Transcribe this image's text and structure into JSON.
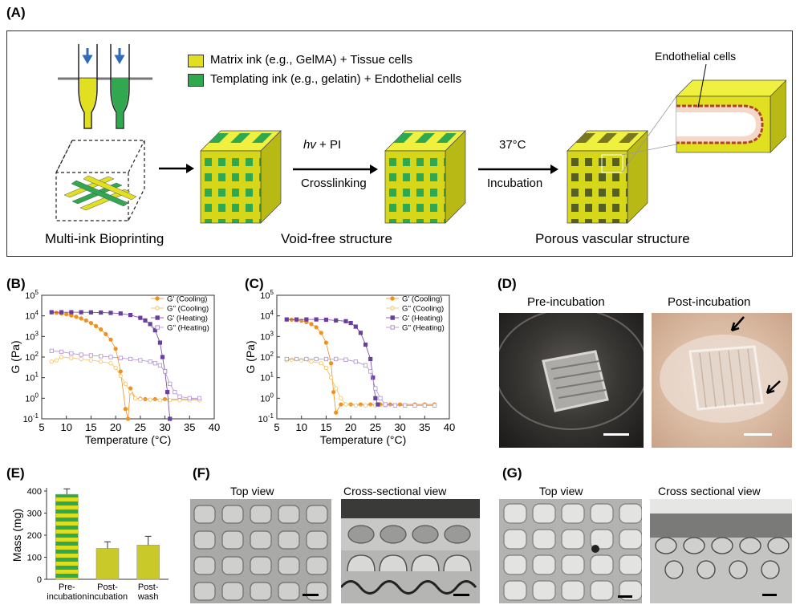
{
  "panels": {
    "A": "(A)",
    "B": "(B)",
    "C": "(C)",
    "D": "(D)",
    "E": "(E)",
    "F": "(F)",
    "G": "(G)"
  },
  "panelA": {
    "legend": [
      {
        "label": "Matrix ink (e.g., GelMA) + Tissue cells",
        "color": "#dede1e"
      },
      {
        "label": "Templating ink (e.g., gelatin) + Endothelial cells",
        "color": "#2fa84f"
      }
    ],
    "endothelial_label": "Endothelial cells",
    "step1_top_italic": "hv",
    "step1_top_rest": " + PI",
    "step1_bottom": "Crosslinking",
    "step2_top": "37°C",
    "step2_bottom": "Incubation",
    "caption1": "Multi-ink Bioprinting",
    "caption2": "Void-free structure",
    "caption3": "Porous vascular structure"
  },
  "panelD": {
    "pre": "Pre-incubation",
    "post": "Post-incubation"
  },
  "panelF": {
    "top": "Top view",
    "cross": "Cross-sectional view"
  },
  "panelG": {
    "top": "Top view",
    "cross": "Cross sectional view"
  },
  "chart_data": [
    {
      "id": "B",
      "type": "scatter",
      "xlabel": "Temperature (°C)",
      "ylabel": "G (Pa)",
      "xlim": [
        5,
        40
      ],
      "ylim_log10": [
        -1,
        5
      ],
      "xticks": [
        "5",
        "10",
        "15",
        "20",
        "25",
        "30",
        "35",
        "40"
      ],
      "yticks": [
        "10-1",
        "100",
        "101",
        "102",
        "103",
        "104",
        "105"
      ],
      "legend_position": "top-right",
      "series": [
        {
          "name": "G' (Cooling)",
          "color": "#f0901e",
          "marker": "filled-circle",
          "points": [
            [
              37,
              0.9
            ],
            [
              35,
              0.9
            ],
            [
              33,
              0.9
            ],
            [
              30,
              0.9
            ],
            [
              28,
              0.9
            ],
            [
              26,
              0.9
            ],
            [
              25,
              0.95
            ],
            [
              24,
              1
            ],
            [
              23,
              3
            ],
            [
              22.5,
              0.1
            ],
            [
              22,
              0.3
            ],
            [
              21,
              20
            ],
            [
              20,
              250
            ],
            [
              19,
              700
            ],
            [
              18,
              1300
            ],
            [
              17,
              2200
            ],
            [
              16,
              3200
            ],
            [
              15,
              4500
            ],
            [
              14,
              6000
            ],
            [
              13,
              7500
            ],
            [
              12,
              9000
            ],
            [
              11,
              10500
            ],
            [
              10,
              12000
            ],
            [
              9,
              13000
            ],
            [
              8,
              14000
            ],
            [
              7,
              15000
            ]
          ]
        },
        {
          "name": "G'' (Cooling)",
          "color": "#f0c060",
          "marker": "open-circle",
          "points": [
            [
              37,
              0.8
            ],
            [
              35,
              0.8
            ],
            [
              33,
              0.8
            ],
            [
              31,
              0.8
            ],
            [
              29,
              0.8
            ],
            [
              27,
              0.85
            ],
            [
              25,
              0.9
            ],
            [
              24,
              1
            ],
            [
              23,
              2
            ],
            [
              22,
              5
            ],
            [
              21,
              12
            ],
            [
              20,
              30
            ],
            [
              19,
              50
            ],
            [
              17,
              60
            ],
            [
              15,
              70
            ],
            [
              13,
              80
            ],
            [
              11,
              90
            ],
            [
              9,
              100
            ],
            [
              8,
              70
            ],
            [
              7,
              60
            ]
          ]
        },
        {
          "name": "G' (Heating)",
          "color": "#6a3fa0",
          "marker": "filled-square",
          "points": [
            [
              7,
              15000
            ],
            [
              9,
              15000
            ],
            [
              11,
              15000
            ],
            [
              13,
              15000
            ],
            [
              15,
              14800
            ],
            [
              17,
              14500
            ],
            [
              19,
              14000
            ],
            [
              21,
              13000
            ],
            [
              23,
              11000
            ],
            [
              25,
              8000
            ],
            [
              26,
              6000
            ],
            [
              27,
              4000
            ],
            [
              28,
              2000
            ],
            [
              29,
              500
            ],
            [
              29.5,
              100
            ],
            [
              30,
              20
            ],
            [
              30.5,
              2
            ],
            [
              31,
              0.1
            ]
          ]
        },
        {
          "name": "G'' (Heating)",
          "color": "#b090d0",
          "marker": "open-square",
          "points": [
            [
              7,
              200
            ],
            [
              9,
              180
            ],
            [
              11,
              150
            ],
            [
              13,
              130
            ],
            [
              15,
              120
            ],
            [
              17,
              110
            ],
            [
              19,
              100
            ],
            [
              21,
              90
            ],
            [
              23,
              80
            ],
            [
              25,
              70
            ],
            [
              27,
              60
            ],
            [
              28,
              50
            ],
            [
              29,
              40
            ],
            [
              30,
              20
            ],
            [
              31,
              5
            ],
            [
              32,
              2
            ],
            [
              33,
              1.2
            ],
            [
              35,
              1
            ],
            [
              37,
              1
            ]
          ]
        }
      ]
    },
    {
      "id": "C",
      "type": "scatter",
      "xlabel": "Temperature (°C)",
      "ylabel": "G (Pa)",
      "xlim": [
        5,
        40
      ],
      "ylim_log10": [
        -1,
        5
      ],
      "xticks": [
        "5",
        "10",
        "15",
        "20",
        "25",
        "30",
        "35",
        "40"
      ],
      "yticks": [
        "10-1",
        "100",
        "101",
        "102",
        "103",
        "104",
        "105"
      ],
      "legend_position": "top-right",
      "series": [
        {
          "name": "G' (Cooling)",
          "color": "#f0901e",
          "marker": "filled-circle",
          "points": [
            [
              37,
              0.5
            ],
            [
              35,
              0.5
            ],
            [
              33,
              0.5
            ],
            [
              30,
              0.5
            ],
            [
              28,
              0.5
            ],
            [
              26,
              0.5
            ],
            [
              24,
              0.5
            ],
            [
              22,
              0.5
            ],
            [
              20,
              0.5
            ],
            [
              18,
              0.5
            ],
            [
              17,
              0.2
            ],
            [
              16.5,
              2
            ],
            [
              16,
              50
            ],
            [
              15,
              500
            ],
            [
              14,
              1500
            ],
            [
              13,
              2800
            ],
            [
              12,
              4000
            ],
            [
              11,
              5000
            ],
            [
              10,
              5800
            ],
            [
              9,
              6200
            ],
            [
              8,
              6500
            ],
            [
              7,
              6700
            ]
          ]
        },
        {
          "name": "G'' (Cooling)",
          "color": "#f0c060",
          "marker": "open-circle",
          "points": [
            [
              37,
              0.45
            ],
            [
              35,
              0.45
            ],
            [
              33,
              0.45
            ],
            [
              31,
              0.45
            ],
            [
              29,
              0.45
            ],
            [
              27,
              0.45
            ],
            [
              25,
              0.45
            ],
            [
              23,
              0.45
            ],
            [
              21,
              0.45
            ],
            [
              19,
              0.5
            ],
            [
              18,
              1
            ],
            [
              17,
              3
            ],
            [
              16,
              10
            ],
            [
              15,
              30
            ],
            [
              14,
              50
            ],
            [
              12,
              60
            ],
            [
              10,
              70
            ],
            [
              8,
              75
            ],
            [
              7,
              70
            ]
          ]
        },
        {
          "name": "G' (Heating)",
          "color": "#6a3fa0",
          "marker": "filled-square",
          "points": [
            [
              7,
              6700
            ],
            [
              9,
              6700
            ],
            [
              11,
              6700
            ],
            [
              13,
              6700
            ],
            [
              15,
              6500
            ],
            [
              17,
              6000
            ],
            [
              19,
              5500
            ],
            [
              20,
              4500
            ],
            [
              21,
              3000
            ],
            [
              22,
              1500
            ],
            [
              23,
              400
            ],
            [
              24,
              80
            ],
            [
              24.5,
              10
            ],
            [
              25,
              1
            ],
            [
              25.5,
              0.5
            ]
          ]
        },
        {
          "name": "G'' (Heating)",
          "color": "#b090d0",
          "marker": "open-square",
          "points": [
            [
              7,
              80
            ],
            [
              9,
              80
            ],
            [
              11,
              80
            ],
            [
              13,
              80
            ],
            [
              15,
              80
            ],
            [
              17,
              80
            ],
            [
              19,
              75
            ],
            [
              21,
              60
            ],
            [
              23,
              40
            ],
            [
              24,
              20
            ],
            [
              25,
              3
            ],
            [
              26,
              1
            ],
            [
              27,
              0.5
            ],
            [
              29,
              0.45
            ],
            [
              31,
              0.45
            ],
            [
              33,
              0.45
            ],
            [
              35,
              0.45
            ],
            [
              37,
              0.45
            ]
          ]
        }
      ]
    },
    {
      "id": "E",
      "type": "bar",
      "ylabel": "Mass (mg)",
      "ylim": [
        0,
        400
      ],
      "yticks": [
        "0",
        "100",
        "200",
        "300",
        "400"
      ],
      "categories": [
        "Pre-\nincubation",
        "Post-\nincubation",
        "Post-\nwash"
      ],
      "values": [
        385,
        140,
        155
      ],
      "errors": [
        25,
        30,
        40
      ]
    }
  ]
}
